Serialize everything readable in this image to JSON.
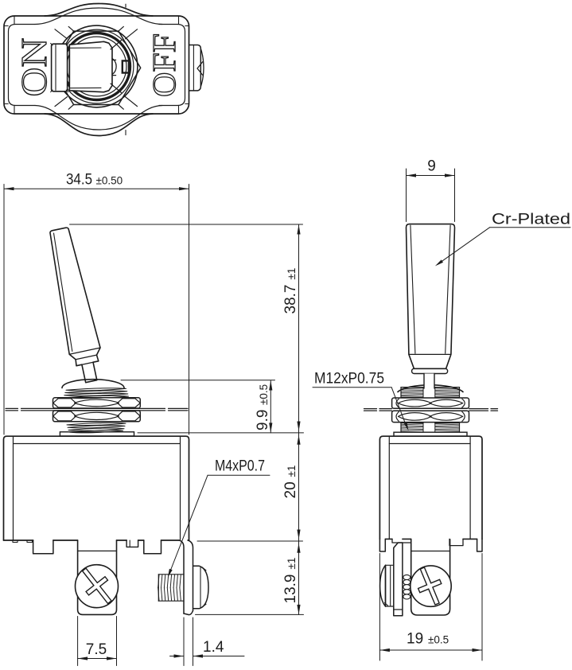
{
  "colors": {
    "ink": "#1c1c1c",
    "paper": "#ffffff"
  },
  "top_view": {
    "on_label": "ON",
    "off_label": "OFF"
  },
  "dims": {
    "body_width": {
      "value": "34.5",
      "tol": "±0.50"
    },
    "lever_height": {
      "value": "38.7",
      "tol": "±1"
    },
    "bushing_height": {
      "value": "9.9",
      "tol": "±0.5"
    },
    "body_height": {
      "value": "20",
      "tol": "±1"
    },
    "terminal_length": {
      "value": "13.9",
      "tol": "±1"
    },
    "handle_width": {
      "value": "9"
    },
    "terminal_width": {
      "value": "7.5"
    },
    "terminal_thickness": {
      "value": "1.4"
    },
    "body_depth": {
      "value": "19",
      "tol": "±0.5"
    }
  },
  "labels": {
    "bushing_thread": "M12xP0.75",
    "screw_thread": "M4xP0.7",
    "finish": "Cr-Plated"
  }
}
